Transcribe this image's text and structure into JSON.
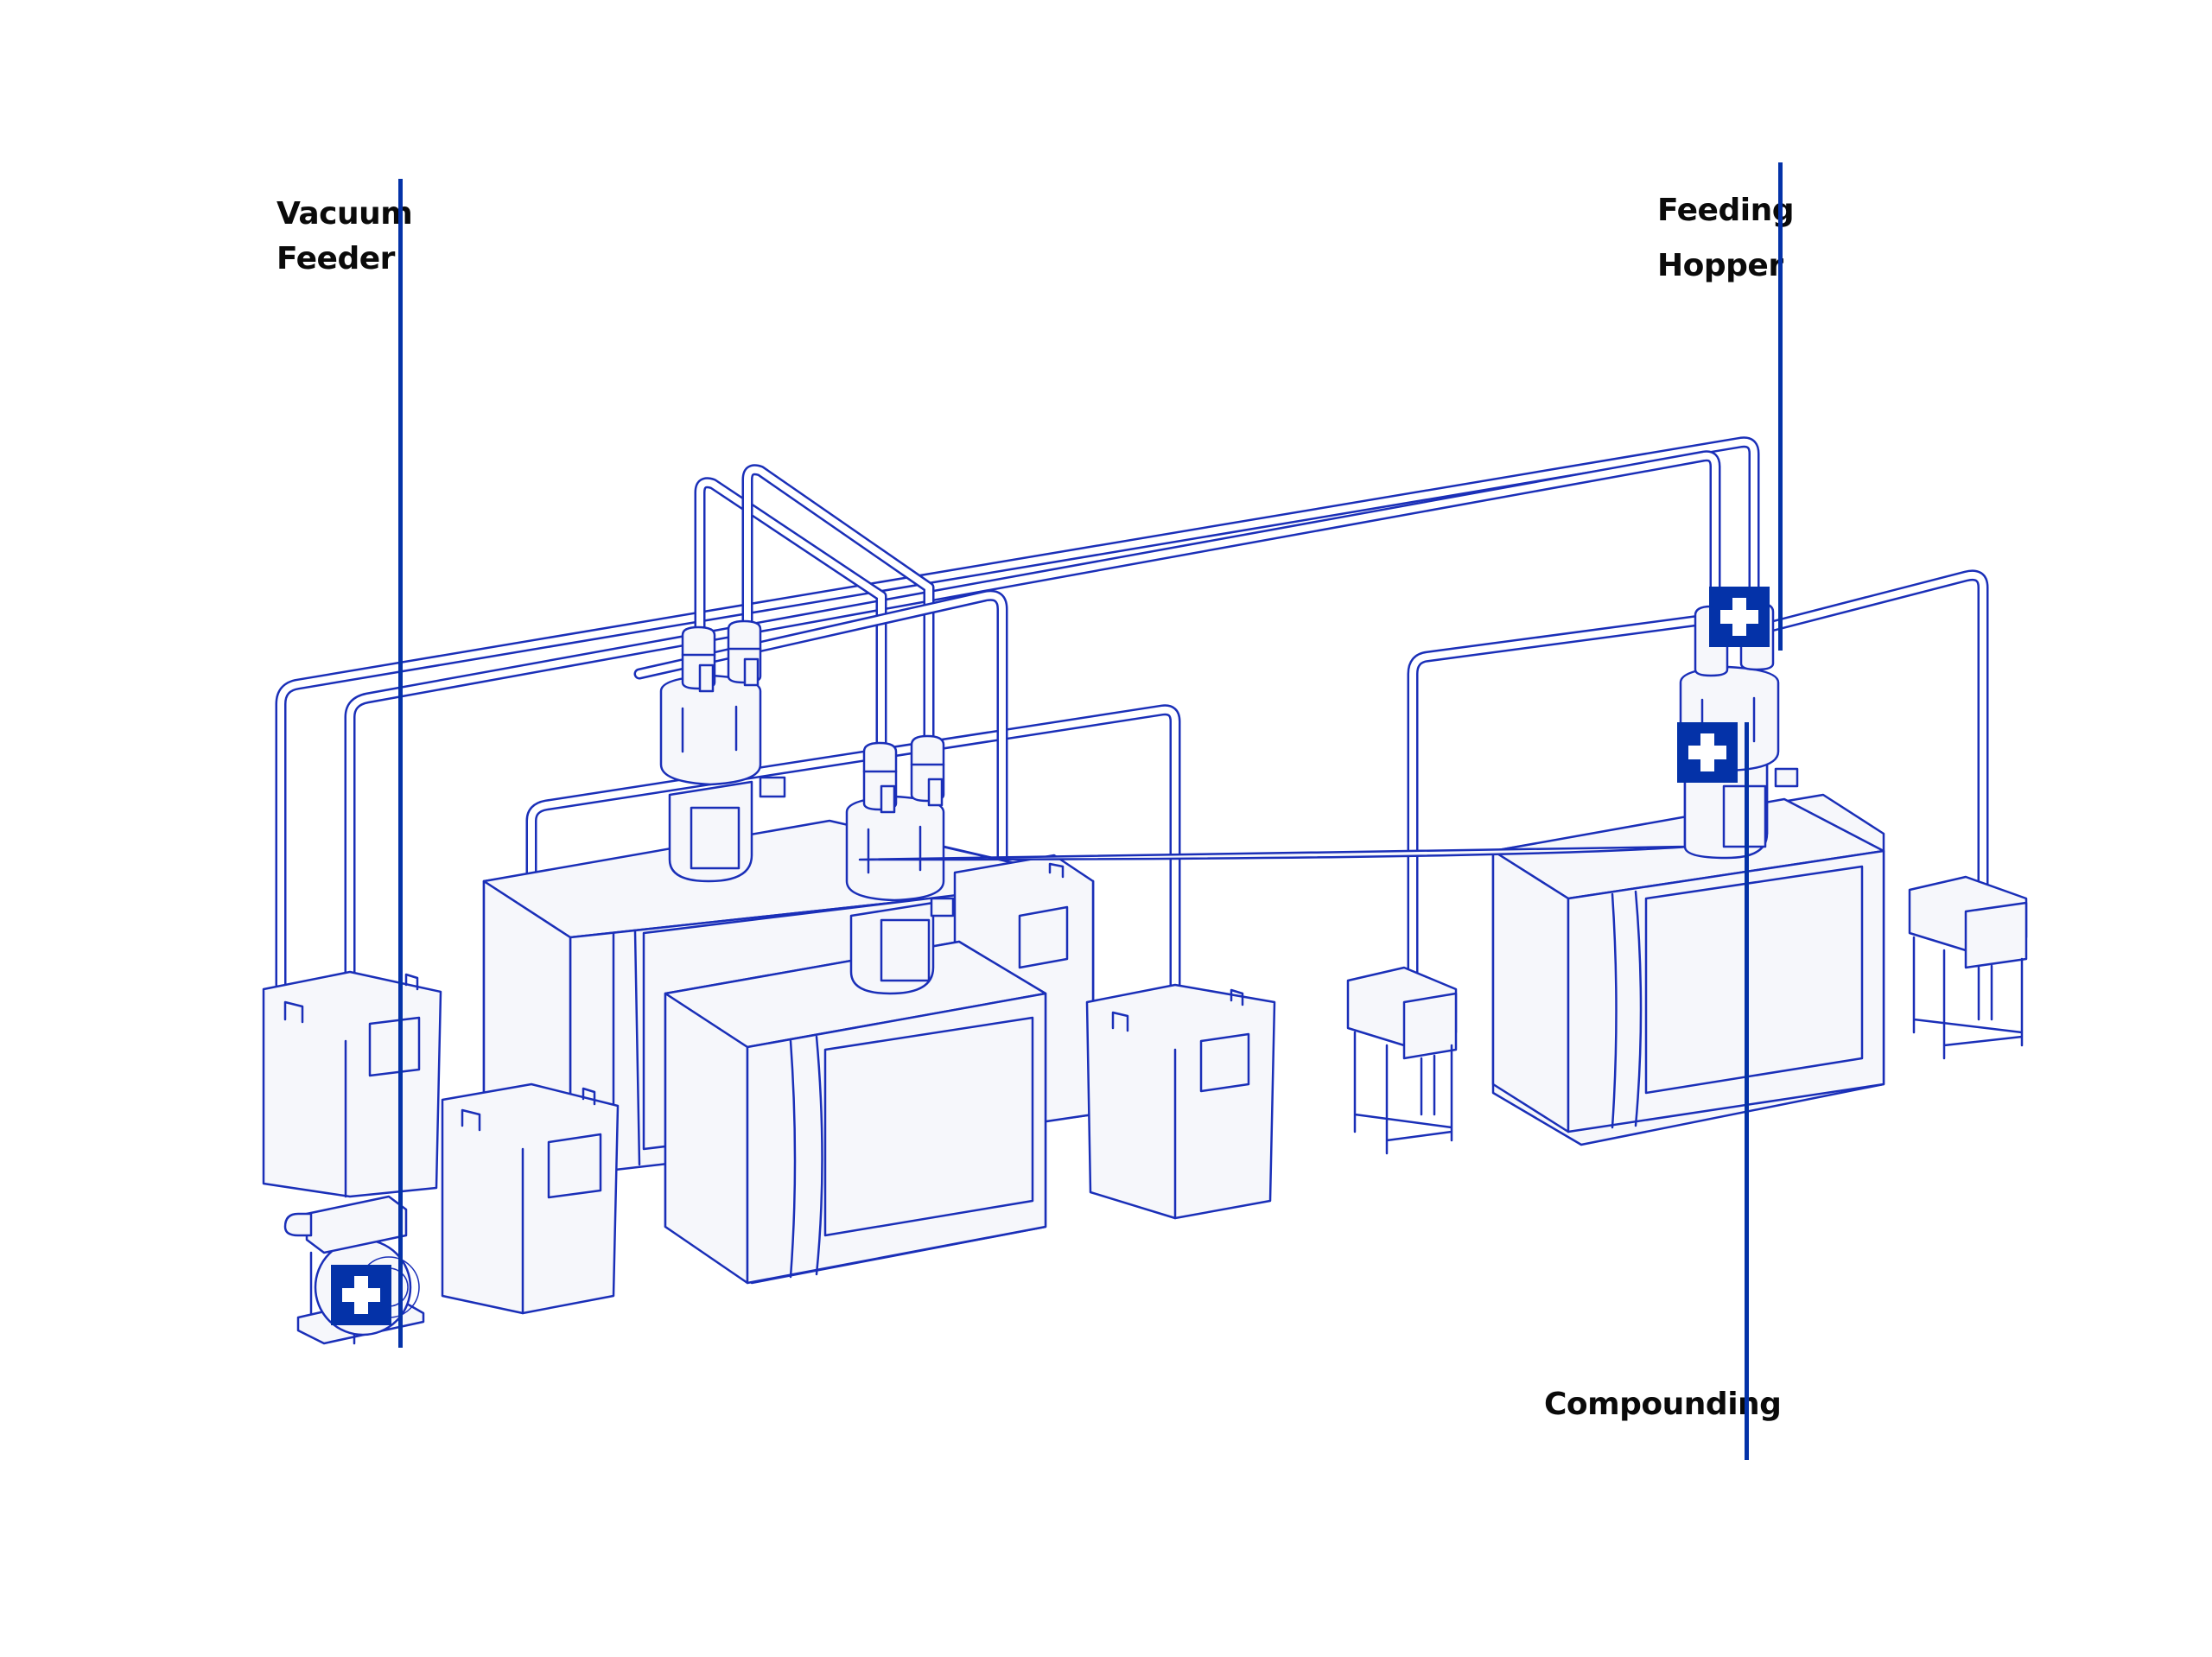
{
  "diagram": {
    "title": "Plastics processing line with central vacuum conveying",
    "line_color": "#1a2fb8",
    "accent_color": "#0432a8",
    "fill_color": "#f6f7fb"
  },
  "callouts": [
    {
      "id": "vacuum-feeder",
      "lines": [
        "Vacuum",
        "Feeder"
      ]
    },
    {
      "id": "feeding-hopper",
      "lines": [
        "Feeding",
        "Hopper"
      ]
    },
    {
      "id": "compounding",
      "lines": [
        "Compounding"
      ]
    }
  ],
  "hotspots": [
    {
      "id": "vacuum-feeder",
      "icon": "plus-icon",
      "target": "Vacuum Feeder"
    },
    {
      "id": "feeding-hopper",
      "icon": "plus-icon",
      "target": "Feeding Hopper"
    },
    {
      "id": "compounding",
      "icon": "plus-icon",
      "target": "Compounding"
    }
  ],
  "components": [
    "vacuum-pump",
    "material-container-left-back",
    "material-container-left-front",
    "material-container-right",
    "injection-machine-back",
    "injection-machine-front",
    "injection-machine-right",
    "hopper-loader-back",
    "hopper-loader-front",
    "hopper-loader-right",
    "dryer-stand-left",
    "dryer-stand-right",
    "conveying-pipes"
  ]
}
